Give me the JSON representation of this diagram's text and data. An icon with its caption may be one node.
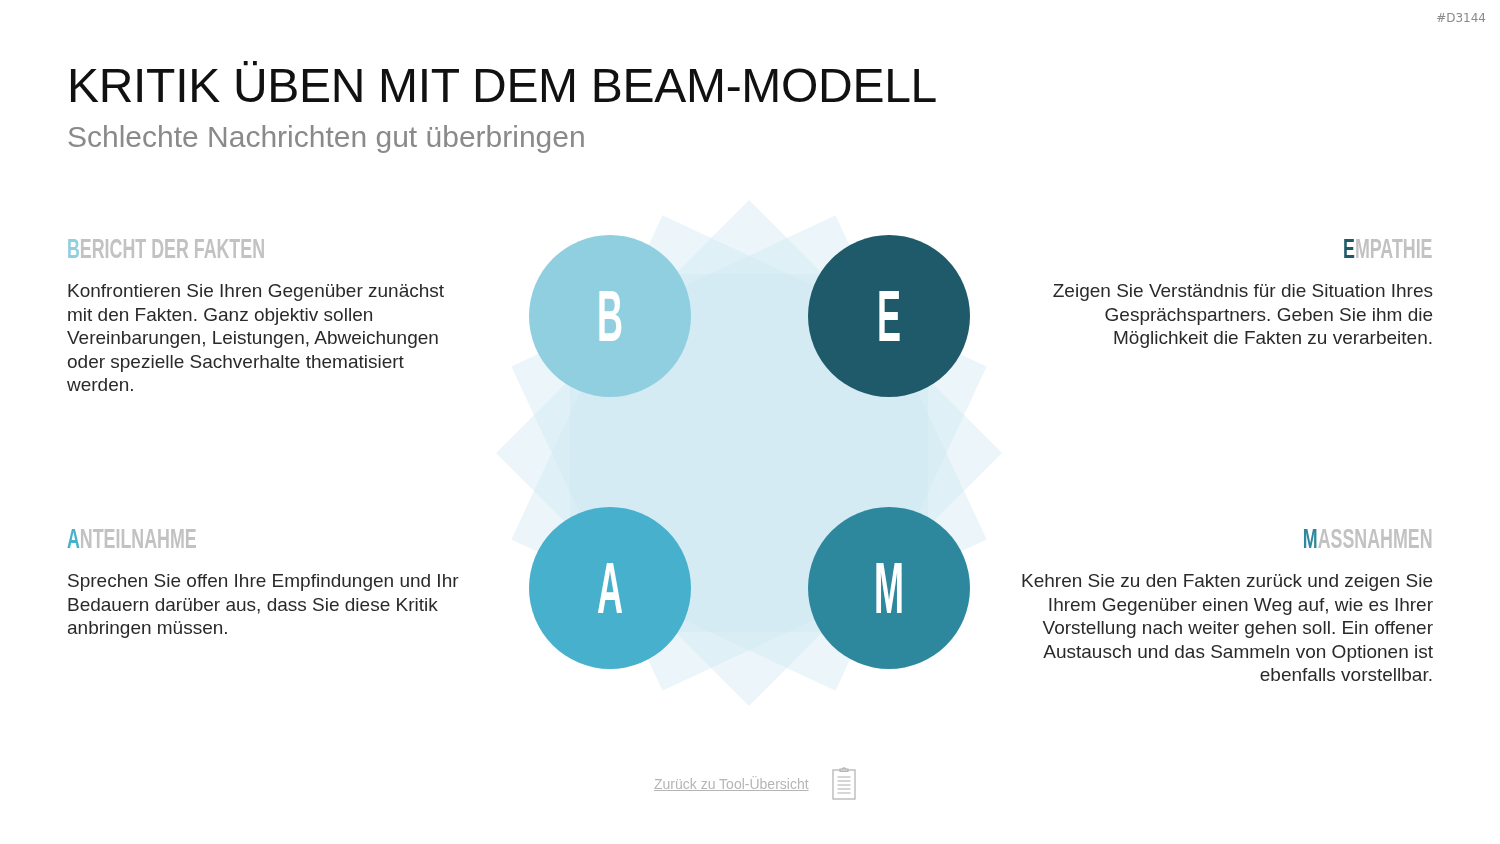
{
  "diagram": {
    "title": "KRITIK ÜBEN MIT DEM BEAM-MODELL",
    "nodes": [
      {
        "text": [
          "B"
        ],
        "beside": [
          "BERICHT DER FAKTEN",
          "Konfrontieren Sie Ihren Gegenüber zunächst mit den Fakten. Ganz objektiv sollen Vereinbarungen, Leistungen, Abweichungen oder spezielle Sachverhalte thematisiert werden."
        ]
      },
      {
        "text": [
          "E"
        ],
        "beside": [
          "EMPATHIE",
          "Zeigen Sie Verständnis für die Situation Ihres Gesprächspartners. Geben Sie ihm die Möglichkeit die Fakten zu verarbeiten."
        ]
      },
      {
        "text": [
          "A"
        ],
        "beside": [
          "ANTEILNAHME",
          "Sprechen Sie offen Ihre Empfindungen und Ihr Bedauern darüber aus, dass Sie diese Kritik anbringen müssen."
        ]
      },
      {
        "text": [
          "M"
        ],
        "beside": [
          "MASSNAHMEN",
          "Kehren Sie zu den Fakten zurück und zeigen Sie Ihrem Gegenüber einen Weg auf, wie es Ihrer Vorstellung nach weiter gehen soll. Ein offener Austausch und das Sammeln von Optionen ist ebenfalls vorstellbar."
        ]
      }
    ],
    "labels": [
      "#D3144",
      "Schlechte Nachrichten gut überbringen",
      "Zurück zu Tool-Übersicht"
    ]
  }
}
